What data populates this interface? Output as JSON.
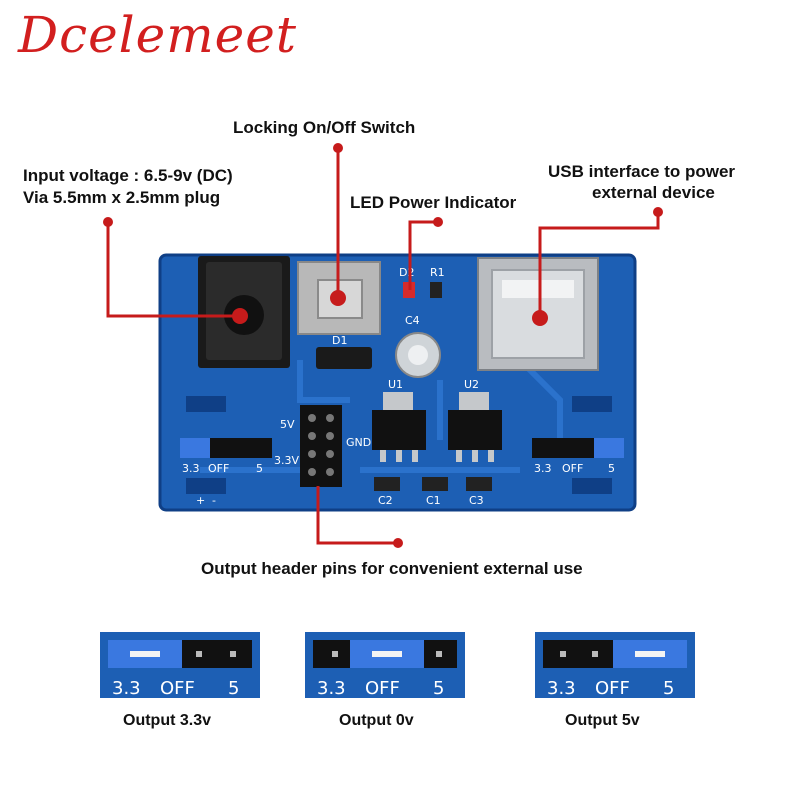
{
  "brand": "Dcelemeet",
  "colors": {
    "accent": "#d21f1f",
    "pcb": "#1d5fb4",
    "pcb_dark": "#0f3f86",
    "silk": "#ffffff",
    "jumper": "#3a78e0"
  },
  "labels": {
    "switch": "Locking On/Off Switch",
    "input_line1": "Input voltage :  6.5-9v (DC)",
    "input_line2": "Via 5.5mm x 2.5mm plug",
    "led": "LED Power Indicator",
    "usb_line1": "USB interface to power",
    "usb_line2": "external device",
    "header": "Output header pins for convenient external use"
  },
  "board": {
    "silk": {
      "d1": "D1",
      "d2": "D2",
      "r1": "R1",
      "c4": "C4",
      "u1": "U1",
      "u2": "U2",
      "c1": "C1",
      "c2": "C2",
      "c3": "C3",
      "v5": "5V",
      "v33": "3.3V",
      "gnd": "GND",
      "left_33": "3.3",
      "left_off": "OFF",
      "left_5": "5",
      "right_33": "3.3",
      "right_off": "OFF",
      "right_5": "5",
      "plus": "+",
      "minus": "-"
    }
  },
  "jumper_panels": [
    {
      "caption": "Output 3.3v",
      "t33": "3.3",
      "toff": "OFF",
      "t5": "5",
      "position": "3.3-OFF"
    },
    {
      "caption": "Output 0v",
      "t33": "3.3",
      "toff": "OFF",
      "t5": "5",
      "position": "OFF"
    },
    {
      "caption": "Output 5v",
      "t33": "3.3",
      "toff": "OFF",
      "t5": "5",
      "position": "OFF-5"
    }
  ]
}
